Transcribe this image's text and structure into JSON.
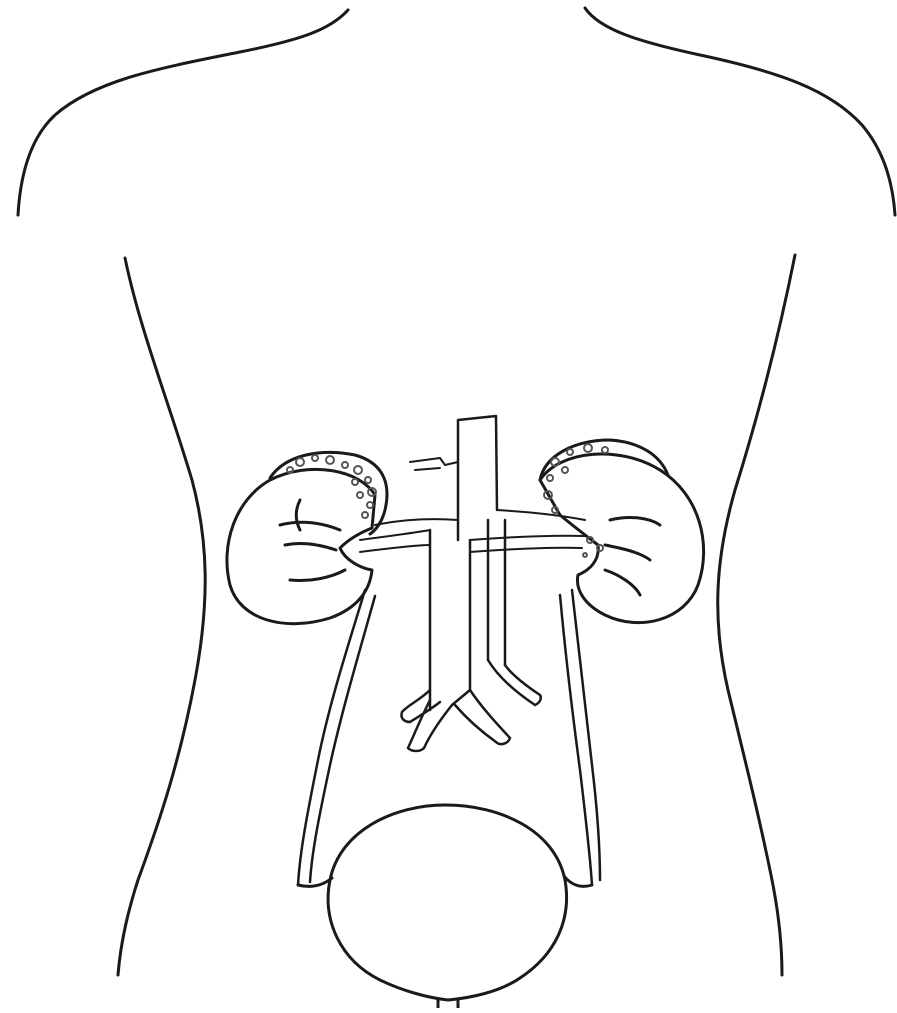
{
  "diagram": {
    "ink_color": "#1a1a1a",
    "stipple_color": "#555555",
    "background": "#ffffff",
    "parts": [
      "torso-outline",
      "left-kidney",
      "right-kidney",
      "left-adrenal-gland",
      "right-adrenal-gland",
      "aorta",
      "inferior-vena-cava",
      "renal-vessels",
      "left-ureter",
      "right-ureter",
      "urinary-bladder",
      "urethra"
    ]
  }
}
